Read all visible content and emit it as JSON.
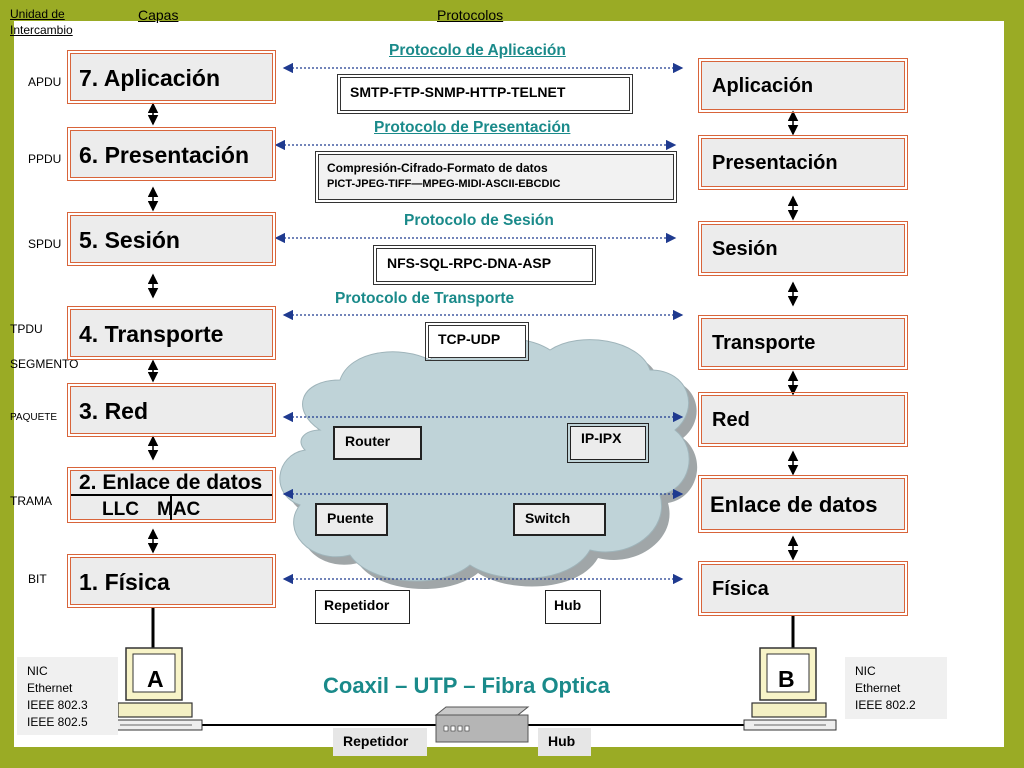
{
  "headers": {
    "unit_line1": "Unidad de",
    "unit_line2": "Intercambio",
    "layers": "Capas",
    "protocols": "Protocolos"
  },
  "units": {
    "apdu": "APDU",
    "ppdu": "PPDU",
    "spdu": "SPDU",
    "tpdu": "TPDU",
    "segmento": "SEGMENTO",
    "paquete": "PAQUETE",
    "trama": "TRAMA",
    "bit": "BIT"
  },
  "left_layers": {
    "l7": "7. Aplicación",
    "l6": "6. Presentación",
    "l5": "5. Sesión",
    "l4": "4. Transporte",
    "l3": "3. Red",
    "l2": "2. Enlace de datos",
    "l2_llc": "LLC",
    "l2_mac": "MAC",
    "l1": "1. Física"
  },
  "right_layers": {
    "l7": "Aplicación",
    "l6": "Presentación",
    "l5": "Sesión",
    "l4": "Transporte",
    "l3": "Red",
    "l2": "Enlace de datos",
    "l1": "Física"
  },
  "protocols": {
    "app_title": "Protocolo de Aplicación",
    "app_list": "SMTP-FTP-SNMP-HTTP-TELNET",
    "pres_title": "Protocolo de Presentación",
    "pres_line1": "Compresión-Cifrado-Formato de datos",
    "pres_line2": "PICT-JPEG-TIFF—MPEG-MIDI-ASCII-EBCDIC",
    "ses_title": "Protocolo de Sesión",
    "ses_list": "NFS-SQL-RPC-DNA-ASP",
    "trans_title": "Protocolo de Transporte",
    "trans_list": "TCP-UDP"
  },
  "cloud": {
    "router": "Router",
    "ipipx": "IP-IPX",
    "puente": "Puente",
    "switch": "Switch"
  },
  "physical": {
    "repetidor": "Repetidor",
    "hub": "Hub"
  },
  "hosts": {
    "a": "A",
    "b": "B",
    "nic_left": [
      "NIC",
      "Ethernet",
      "IEEE 802.3",
      "IEEE 802.5"
    ],
    "nic_right": [
      "NIC",
      "Ethernet",
      "IEEE 802.2"
    ]
  },
  "media": "Coaxil – UTP – Fibra Optica",
  "bottom": {
    "repetidor": "Repetidor",
    "hub": "Hub"
  },
  "colors": {
    "frame": "#9aab25",
    "layer_border": "#d8643a",
    "protocol_title": "#1a8a8a",
    "arrow": "#1f3a8f",
    "cloud": "#bfd3d8"
  }
}
